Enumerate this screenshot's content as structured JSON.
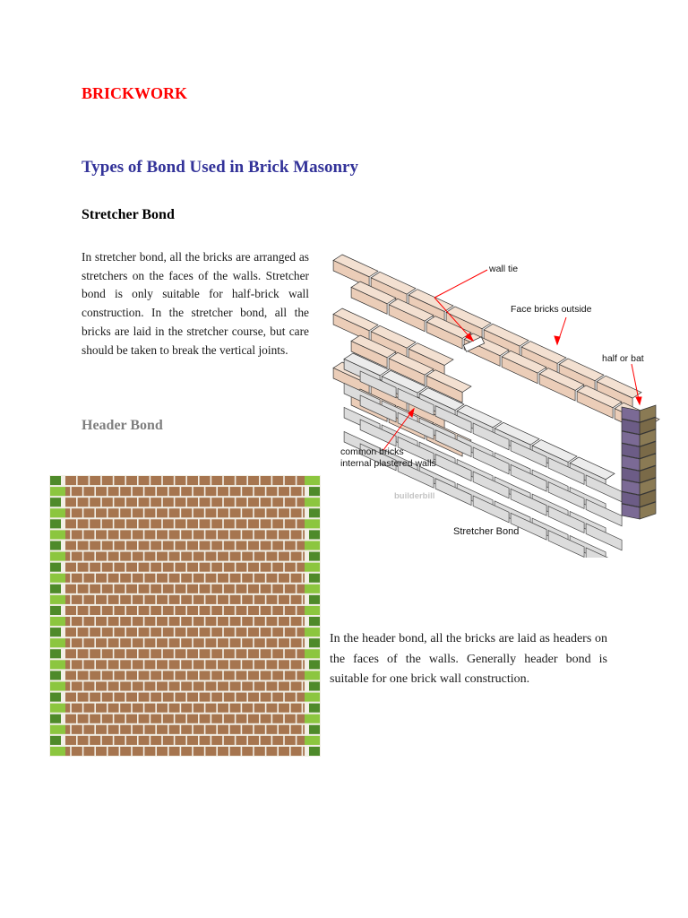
{
  "document": {
    "title": "BRICKWORK",
    "section_title": "Types of Bond Used in Brick Masonry",
    "stretcher": {
      "heading": "Stretcher Bond",
      "text": "In stretcher bond, all the bricks are arranged as stretchers on the faces of the walls. Stretcher bond is only suitable for half-brick wall construction. In the stretcher bond, all the bricks are laid in the stretcher course, but care should be taken to break the vertical joints."
    },
    "header": {
      "heading": "Header Bond",
      "text": "In the header bond, all the bricks are laid as headers on the faces of the walls. Generally header bond is suitable for one brick wall construction."
    }
  },
  "figures": {
    "stretcher_bond": {
      "labels": {
        "wall_tie": "wall tie",
        "face_bricks": "Face bricks outside",
        "half_bat": "half or bat",
        "common_bricks_line1": "common bricks",
        "common_bricks_line2": "internal plastered walls",
        "credit": "builderbill",
        "caption": "Stretcher Bond"
      },
      "colors": {
        "face_brick": "#ebcdb8",
        "inner_brick": "#dcdcdc",
        "brick_end": "#8a7a54",
        "arrow": "#ff0000"
      }
    },
    "header_bond": {
      "colors": {
        "brick": "#a6754f",
        "mortar": "#f2efe6",
        "edge_green": "#8cc63f",
        "edge_dark_green": "#4e8a2a"
      }
    }
  }
}
